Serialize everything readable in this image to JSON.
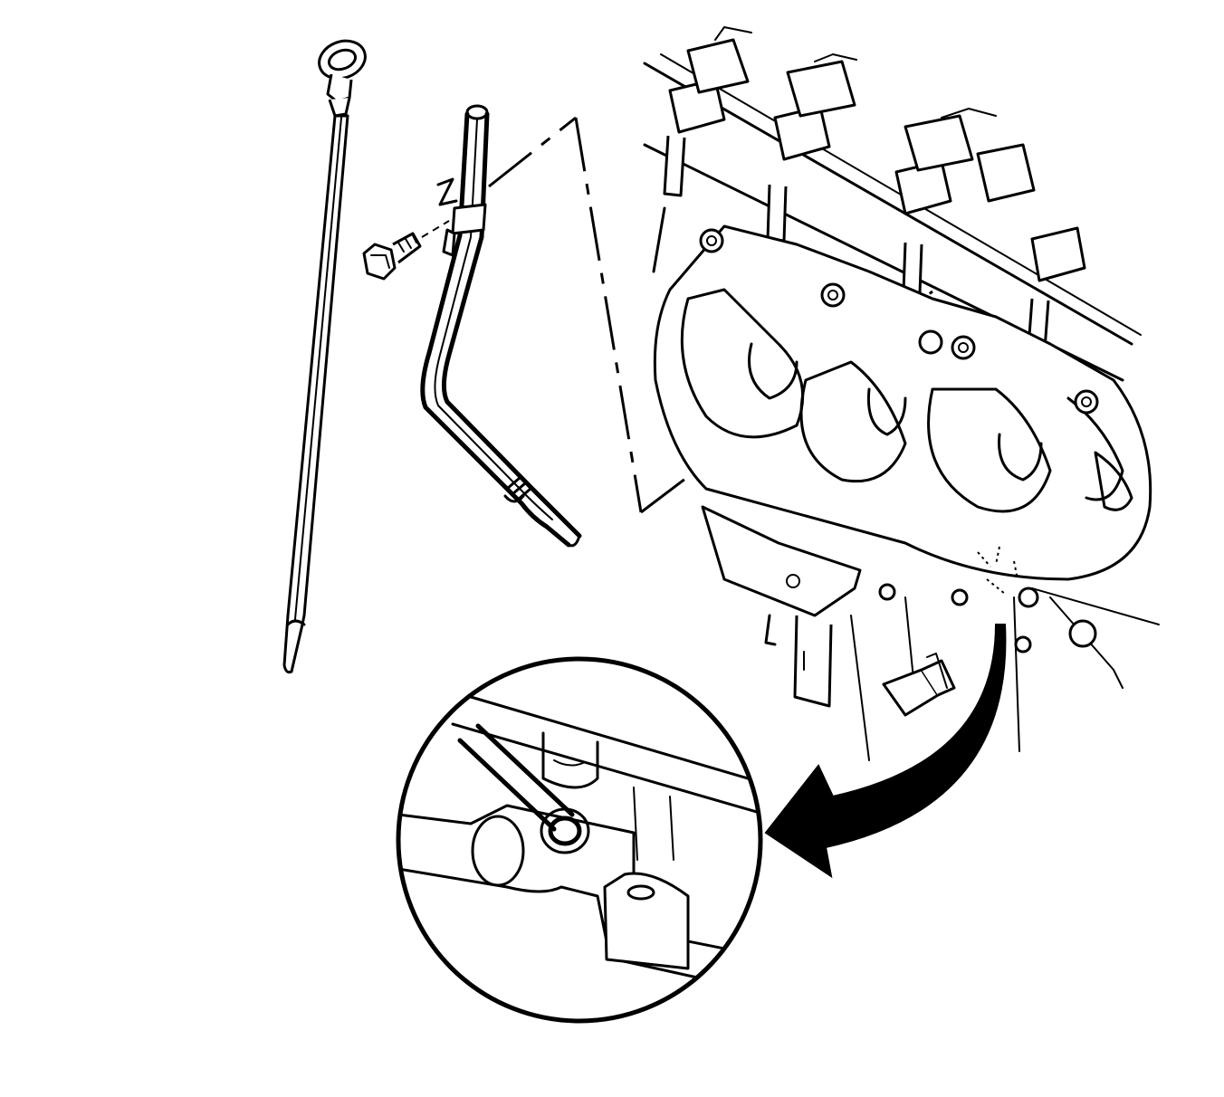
{
  "figure": {
    "labels": [],
    "colors": {
      "line": "#000000",
      "background": "#ffffff"
    },
    "parts": [
      {
        "name": "oil-level-dipstick",
        "icon": "dipstick-icon"
      },
      {
        "name": "dipstick-tube",
        "icon": "tube-icon"
      },
      {
        "name": "tube-bolt",
        "icon": "bolt-icon"
      },
      {
        "name": "exhaust-manifold",
        "icon": "manifold-icon"
      },
      {
        "name": "detail-view",
        "icon": "magnify-icon"
      }
    ]
  }
}
